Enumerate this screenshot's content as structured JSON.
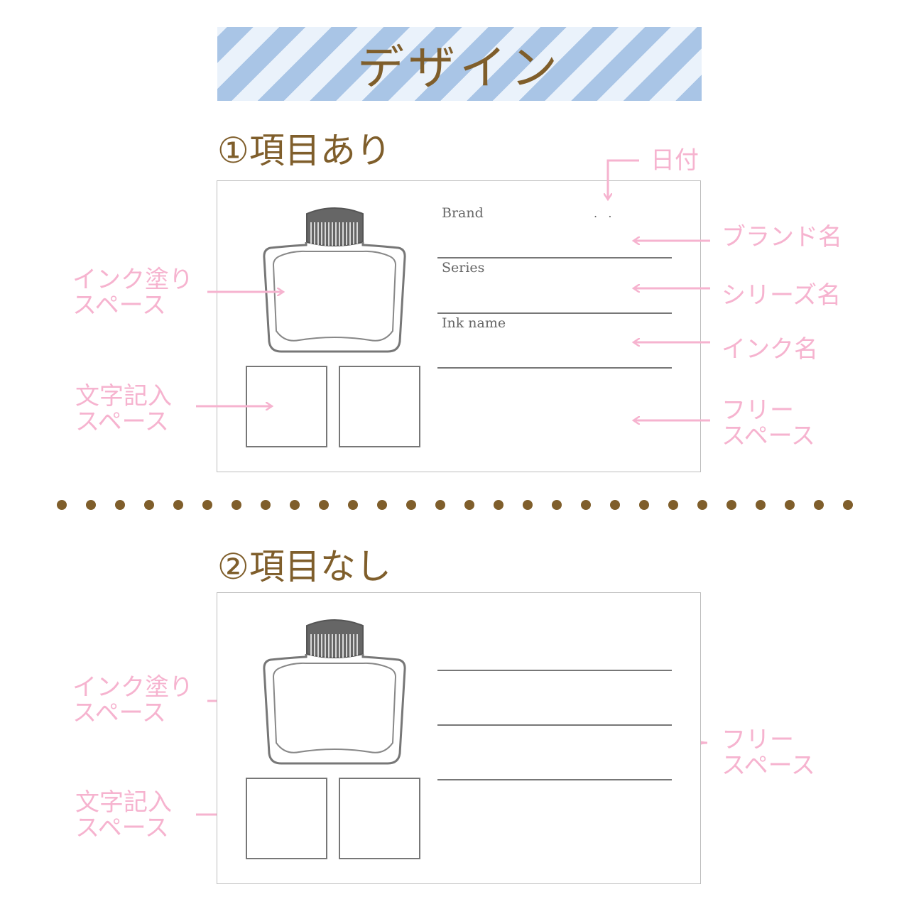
{
  "banner": {
    "title": "デザイン"
  },
  "section1": {
    "title": "①項目あり",
    "fields": {
      "brand": "Brand",
      "series": "Series",
      "ink_name": "Ink name"
    },
    "date_dots": ".   .",
    "annotations": {
      "date": "日付",
      "brand": "ブランド名",
      "series": "シリーズ名",
      "ink": "インク名",
      "free": "フリー\nスペース",
      "ink_fill": "インク塗り\nスペース",
      "text_entry": "文字記入\nスペース"
    }
  },
  "section2": {
    "title": "②項目なし",
    "annotations": {
      "free": "フリー\nスペース",
      "ink_fill": "インク塗り\nスペース",
      "text_entry": "文字記入\nスペース"
    }
  },
  "colors": {
    "accent_brown": "#7f5e2b",
    "annotation_pink": "#f6b3cf",
    "stripe_blue": "#a9c5e6"
  }
}
